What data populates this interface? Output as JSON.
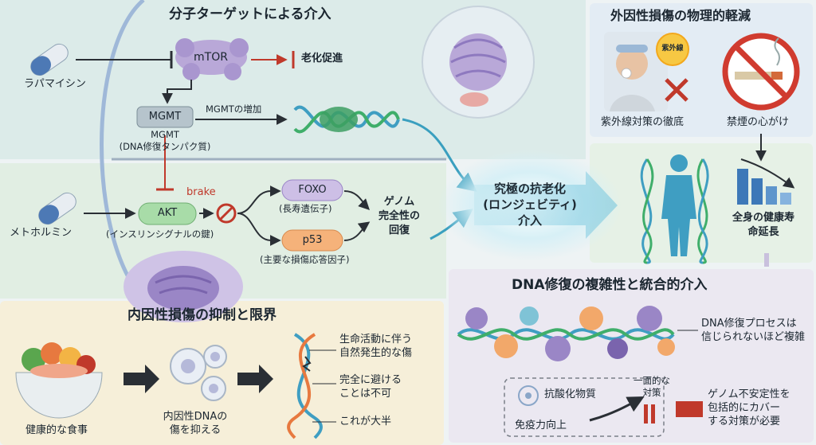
{
  "molecular": {
    "title": "分子ターゲットによる介入",
    "rapamycin": "ラパマイシン",
    "metformin": "メトホルミン",
    "mtor": "mTOR",
    "aging": "老化促進",
    "mgmt_box": "MGMT",
    "mgmt_caption_1": "MGMT",
    "mgmt_caption_2": "(DNA修復タンパク質)",
    "mgmt_increase": "MGMTの増加",
    "brake": "brake",
    "akt": "AKT",
    "akt_caption": "(インスリンシグナルの鍵)",
    "foxo": "FOXO",
    "foxo_caption": "(長寿遺伝子)",
    "p53": "p53",
    "p53_caption": "(主要な損傷応答因子)",
    "genome_1": "ゲノム",
    "genome_2": "完全性の",
    "genome_3": "回復"
  },
  "center": {
    "line1": "究極の抗老化",
    "line2": "(ロンジェビティ)",
    "line3": "介入"
  },
  "external": {
    "title": "外因性損傷の物理的軽減",
    "uv_sun": "紫外線",
    "uv_caption": "紫外線対策の徹底",
    "smoke_caption": "禁煙の心がけ"
  },
  "healthspan": {
    "line1": "全身の健康寿",
    "line2": "命延長"
  },
  "endogenous": {
    "title": "内因性損傷の抑制と限界",
    "diet": "健康的な食事",
    "suppress_1": "内因性DNAの",
    "suppress_2": "傷を抑える",
    "note1_1": "生命活動に伴う",
    "note1_2": "自然発生的な傷",
    "note2_1": "完全に避ける",
    "note2_2": "ことは不可",
    "note3": "これが大半"
  },
  "dna_repair": {
    "title": "DNA修復の複雑性と統合的介入",
    "complex_1": "DNA修復プロセスは",
    "complex_2": "信じられないほど複雑",
    "antioxidant": "抗酸化物質",
    "immunity": "免疫力向上",
    "one_sided_1": "一面的な",
    "one_sided_2": "対策",
    "comprehensive_1": "ゲノム不安定性を",
    "comprehensive_2": "包括的にカバー",
    "comprehensive_3": "する対策が必要"
  },
  "colors": {
    "inhibit": "#c0392b",
    "teal": "#4aa8c0",
    "purple": "#b9a8d8",
    "orange": "#f2a86a",
    "green": "#9fd4a2",
    "gray_node": "#b6c4cc"
  }
}
